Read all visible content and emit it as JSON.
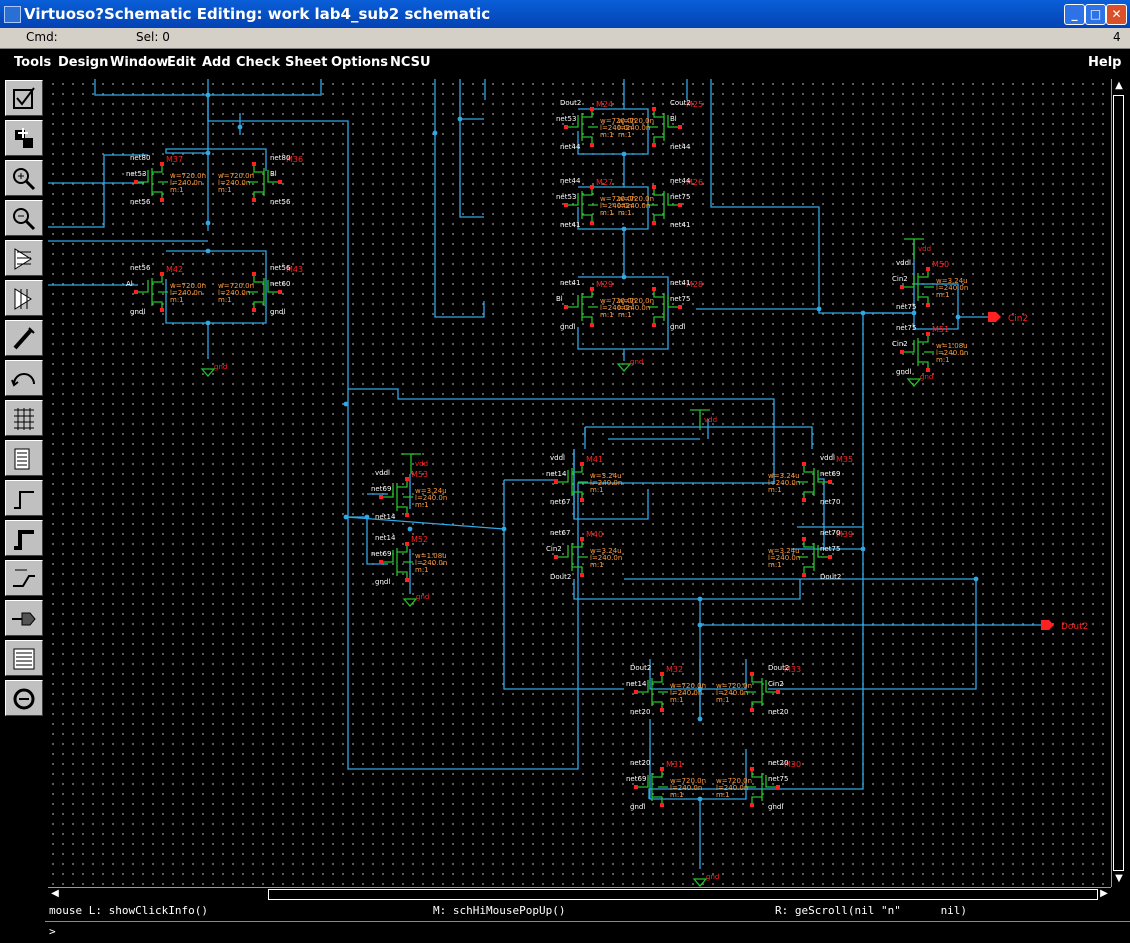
{
  "window": {
    "title": "Virtuoso?Schematic Editing: work lab4_sub2 schematic"
  },
  "cmdbar": {
    "cmd_label": "Cmd:",
    "sel_label": "Sel: 0",
    "right_number": "4"
  },
  "menu": {
    "items": [
      "Tools",
      "Design",
      "Window",
      "Edit",
      "Add",
      "Check",
      "Sheet",
      "Options",
      "NCSU"
    ],
    "help": "Help"
  },
  "toolbar": {
    "icons": [
      "check-save-icon",
      "check-icon",
      "zoom-in-icon",
      "zoom-out-icon",
      "stretch-icon",
      "copy-icon",
      "property-icon",
      "undo-icon",
      "instance-icon",
      "pin-icon",
      "wire-narrow-icon",
      "wire-wide-icon",
      "wire-name-icon",
      "pin-add-icon",
      "label-icon",
      "delete-icon"
    ]
  },
  "schematic": {
    "colors": {
      "wire": "#2fa8e6",
      "device": "#22c42a",
      "red": "#ff2020",
      "label": "#ffffff",
      "param": "#ff9a3a"
    },
    "transistors": [
      {
        "name": "M37",
        "params": [
          "w=720.0n",
          "l=240.0n",
          "m:1"
        ],
        "nets": [
          "net80",
          "net53",
          "net56"
        ]
      },
      {
        "name": "M36",
        "params": [
          "w=720.0n",
          "l=240.0n",
          "m:1"
        ],
        "nets": [
          "net80",
          "Bl",
          "net56"
        ]
      },
      {
        "name": "M42",
        "params": [
          "w=720.0n",
          "l=240.0n",
          "m:1"
        ],
        "nets": [
          "net56",
          "Al",
          "gndl"
        ]
      },
      {
        "name": "M43",
        "params": [
          "w=720.0n",
          "l=240.0n",
          "m:1"
        ],
        "nets": [
          "net56",
          "net60",
          "gndl"
        ]
      },
      {
        "name": "M24",
        "params": [
          "w=720.0n",
          "l=240.0n",
          "m:1"
        ],
        "nets": [
          "Dout2",
          "net53",
          "net44"
        ]
      },
      {
        "name": "M25",
        "params": [
          "w=720.0n",
          "l=240.0n",
          "m:1"
        ],
        "nets": [
          "Cout2",
          "Bl",
          "net44"
        ]
      },
      {
        "name": "M27",
        "params": [
          "w=720.0n",
          "l=240.0n",
          "m:1"
        ],
        "nets": [
          "net44",
          "net53",
          "net41"
        ]
      },
      {
        "name": "M26",
        "params": [
          "w=720.0n",
          "l=240.0n",
          "m:1"
        ],
        "nets": [
          "net44",
          "net75",
          "net41"
        ]
      },
      {
        "name": "M29",
        "params": [
          "w=720.0n",
          "l=240.0n",
          "m:1"
        ],
        "nets": [
          "net41",
          "Bl",
          "gndl"
        ]
      },
      {
        "name": "M28",
        "params": [
          "w=720.0n",
          "l=240.0n",
          "m:1"
        ],
        "nets": [
          "net41",
          "net75",
          "gndl"
        ]
      },
      {
        "name": "M50",
        "params": [
          "w=3.24u",
          "l=240.0n",
          "m:1"
        ],
        "nets": [
          "vddl",
          "Cin2",
          "net75"
        ]
      },
      {
        "name": "M51",
        "params": [
          "w=1.08u",
          "l=240.0n",
          "m:1"
        ],
        "nets": [
          "net75",
          "Cin2",
          "gndl"
        ]
      },
      {
        "name": "M41",
        "params": [
          "w=3.24u",
          "l=240.0n",
          "m:1"
        ],
        "nets": [
          "vddl",
          "net14",
          "net67"
        ]
      },
      {
        "name": "M35",
        "params": [
          "w=3.24u",
          "l=240.0n",
          "m:1"
        ],
        "nets": [
          "vddl",
          "net69",
          "net70"
        ]
      },
      {
        "name": "M40",
        "params": [
          "w=3.24u",
          "l=240.0n",
          "m:1"
        ],
        "nets": [
          "net67",
          "Cin2",
          "Dout2"
        ]
      },
      {
        "name": "M39",
        "params": [
          "w=3.24u",
          "l=240.0n",
          "m:1"
        ],
        "nets": [
          "net70",
          "net75",
          "Dout2"
        ]
      },
      {
        "name": "M53",
        "params": [
          "w=3.24u",
          "l=240.0n",
          "m:1"
        ],
        "nets": [
          "vddl",
          "net69",
          "net14"
        ]
      },
      {
        "name": "M52",
        "params": [
          "w=1.08u",
          "l=240.0n",
          "m:1"
        ],
        "nets": [
          "net14",
          "net69",
          "gndl"
        ]
      },
      {
        "name": "M32",
        "params": [
          "w=720.0n",
          "l=240.0n",
          "m:1"
        ],
        "nets": [
          "Dout2",
          "net14",
          "net20"
        ]
      },
      {
        "name": "M33",
        "params": [
          "w=720.0n",
          "l=240.0n",
          "m:1"
        ],
        "nets": [
          "Dout2",
          "Cin2",
          "net20"
        ]
      },
      {
        "name": "M31",
        "params": [
          "w=720.0n",
          "l=240.0n",
          "m:1"
        ],
        "nets": [
          "net20",
          "net69",
          "gndl"
        ]
      },
      {
        "name": "M30",
        "params": [
          "w=720.0n",
          "l=240.0n",
          "m:1"
        ],
        "nets": [
          "net20",
          "net75",
          "gndl"
        ]
      }
    ],
    "pins": [
      "Cin2",
      "Dout2"
    ],
    "supply_labels": {
      "vdd": "vdd",
      "gnd": "gnd"
    }
  },
  "status": {
    "left": "mouse L: showClickInfo()",
    "middle": "M: schHiMousePopUp()",
    "right": "R: geScroll(nil \"n\"      nil)"
  },
  "prompt": {
    "text": ">"
  }
}
